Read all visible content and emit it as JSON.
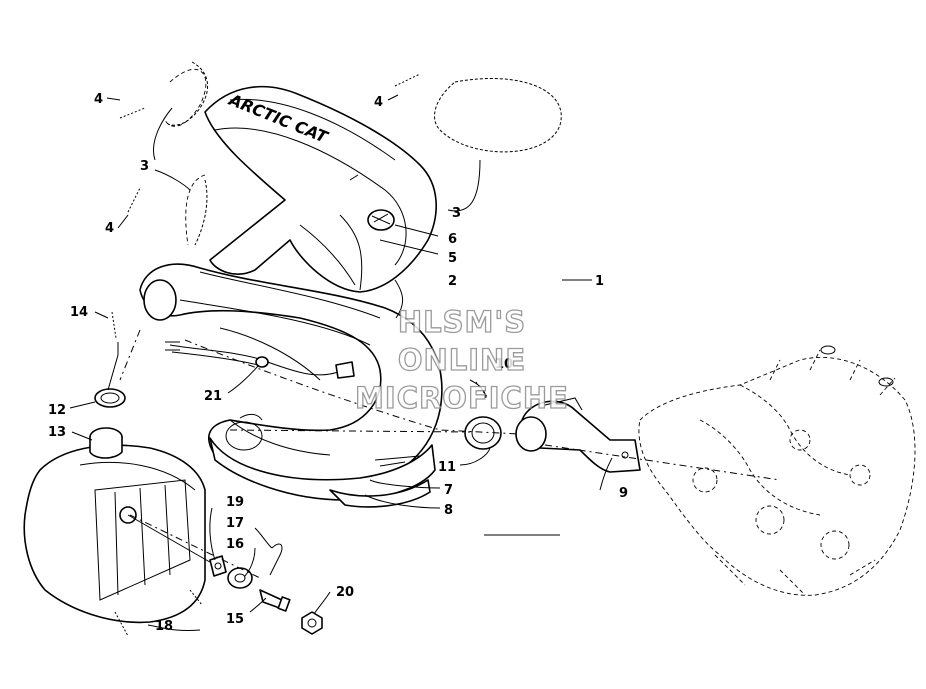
{
  "watermark": {
    "line1": "HLSM'S",
    "line2": "ONLINE",
    "line3": "MICROFICHE"
  },
  "logo": {
    "text": "ARCTIC CAT"
  },
  "callouts": [
    {
      "id": "c1",
      "label": "1"
    },
    {
      "id": "c2",
      "label": "2"
    },
    {
      "id": "c3a",
      "label": "3"
    },
    {
      "id": "c3b",
      "label": "3"
    },
    {
      "id": "c4a",
      "label": "4"
    },
    {
      "id": "c4b",
      "label": "4"
    },
    {
      "id": "c4c",
      "label": "4"
    },
    {
      "id": "c5",
      "label": "5"
    },
    {
      "id": "c6",
      "label": "6"
    },
    {
      "id": "c7",
      "label": "7"
    },
    {
      "id": "c8",
      "label": "8"
    },
    {
      "id": "c9",
      "label": "9"
    },
    {
      "id": "c10",
      "label": "10"
    },
    {
      "id": "c11",
      "label": "11"
    },
    {
      "id": "c12",
      "label": "12"
    },
    {
      "id": "c13",
      "label": "13"
    },
    {
      "id": "c14",
      "label": "14"
    },
    {
      "id": "c15",
      "label": "15"
    },
    {
      "id": "c16",
      "label": "16"
    },
    {
      "id": "c17",
      "label": "17"
    },
    {
      "id": "c18",
      "label": "18"
    },
    {
      "id": "c19",
      "label": "19"
    },
    {
      "id": "c20",
      "label": "20"
    },
    {
      "id": "c21",
      "label": "21"
    }
  ]
}
